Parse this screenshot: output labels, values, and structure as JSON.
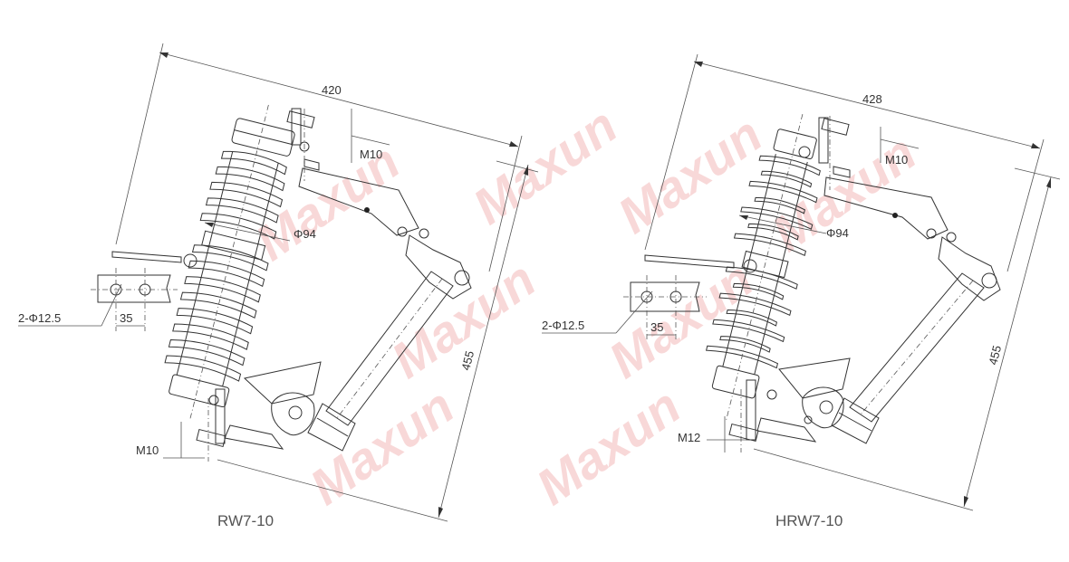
{
  "watermark": "Maxun",
  "left": {
    "model": "RW7-10",
    "dim_width": "420",
    "dim_height": "455",
    "dim_diameter": "Φ94",
    "thread_top": "M10",
    "thread_bottom": "M10",
    "holes": "2-Φ12.5",
    "hole_spacing": "35"
  },
  "right": {
    "model": "HRW7-10",
    "dim_width": "428",
    "dim_height": "455",
    "dim_diameter": "Φ94",
    "thread_top": "M10",
    "thread_bottom": "M12",
    "holes": "2-Φ12.5",
    "hole_spacing": "35"
  },
  "colors": {
    "line": "#333333",
    "watermark": "#f2b3b3"
  }
}
